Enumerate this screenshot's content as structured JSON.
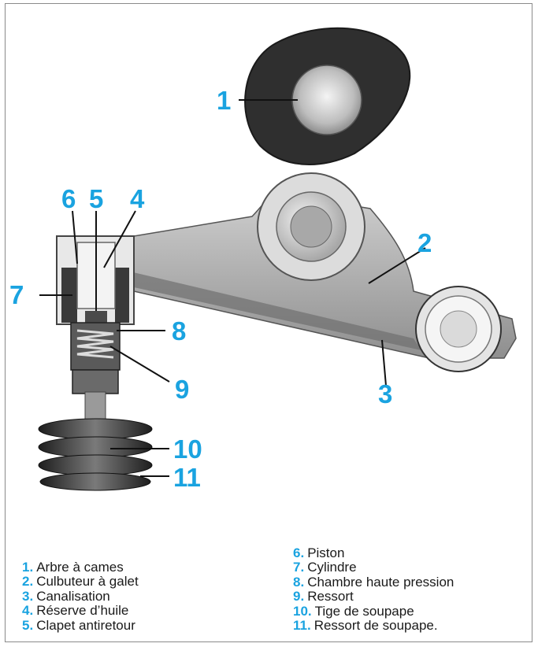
{
  "callouts": [
    "1",
    "2",
    "3",
    "4",
    "5",
    "6",
    "7",
    "8",
    "9",
    "10",
    "11"
  ],
  "legend": [
    {
      "num": "1.",
      "text": "Arbre à cames"
    },
    {
      "num": "2.",
      "text": "Culbuteur à galet"
    },
    {
      "num": "3.",
      "text": "Canalisation"
    },
    {
      "num": "4.",
      "text": "Réserve d’huile"
    },
    {
      "num": "5.",
      "text": "Clapet antiretour"
    },
    {
      "num": "6.",
      "text": "Piston"
    },
    {
      "num": "7.",
      "text": "Cylindre"
    },
    {
      "num": "8.",
      "text": "Chambre haute pression"
    },
    {
      "num": "9.",
      "text": "Ressort"
    },
    {
      "num": "10.",
      "text": "Tige de soupape"
    },
    {
      "num": "11.",
      "text": "Ressort de soupape."
    }
  ],
  "colors": {
    "accent": "#1aa3e0",
    "part_dark": "#2f2f2f",
    "part_mid": "#9a9a9a",
    "part_light": "#d9d9d9"
  }
}
